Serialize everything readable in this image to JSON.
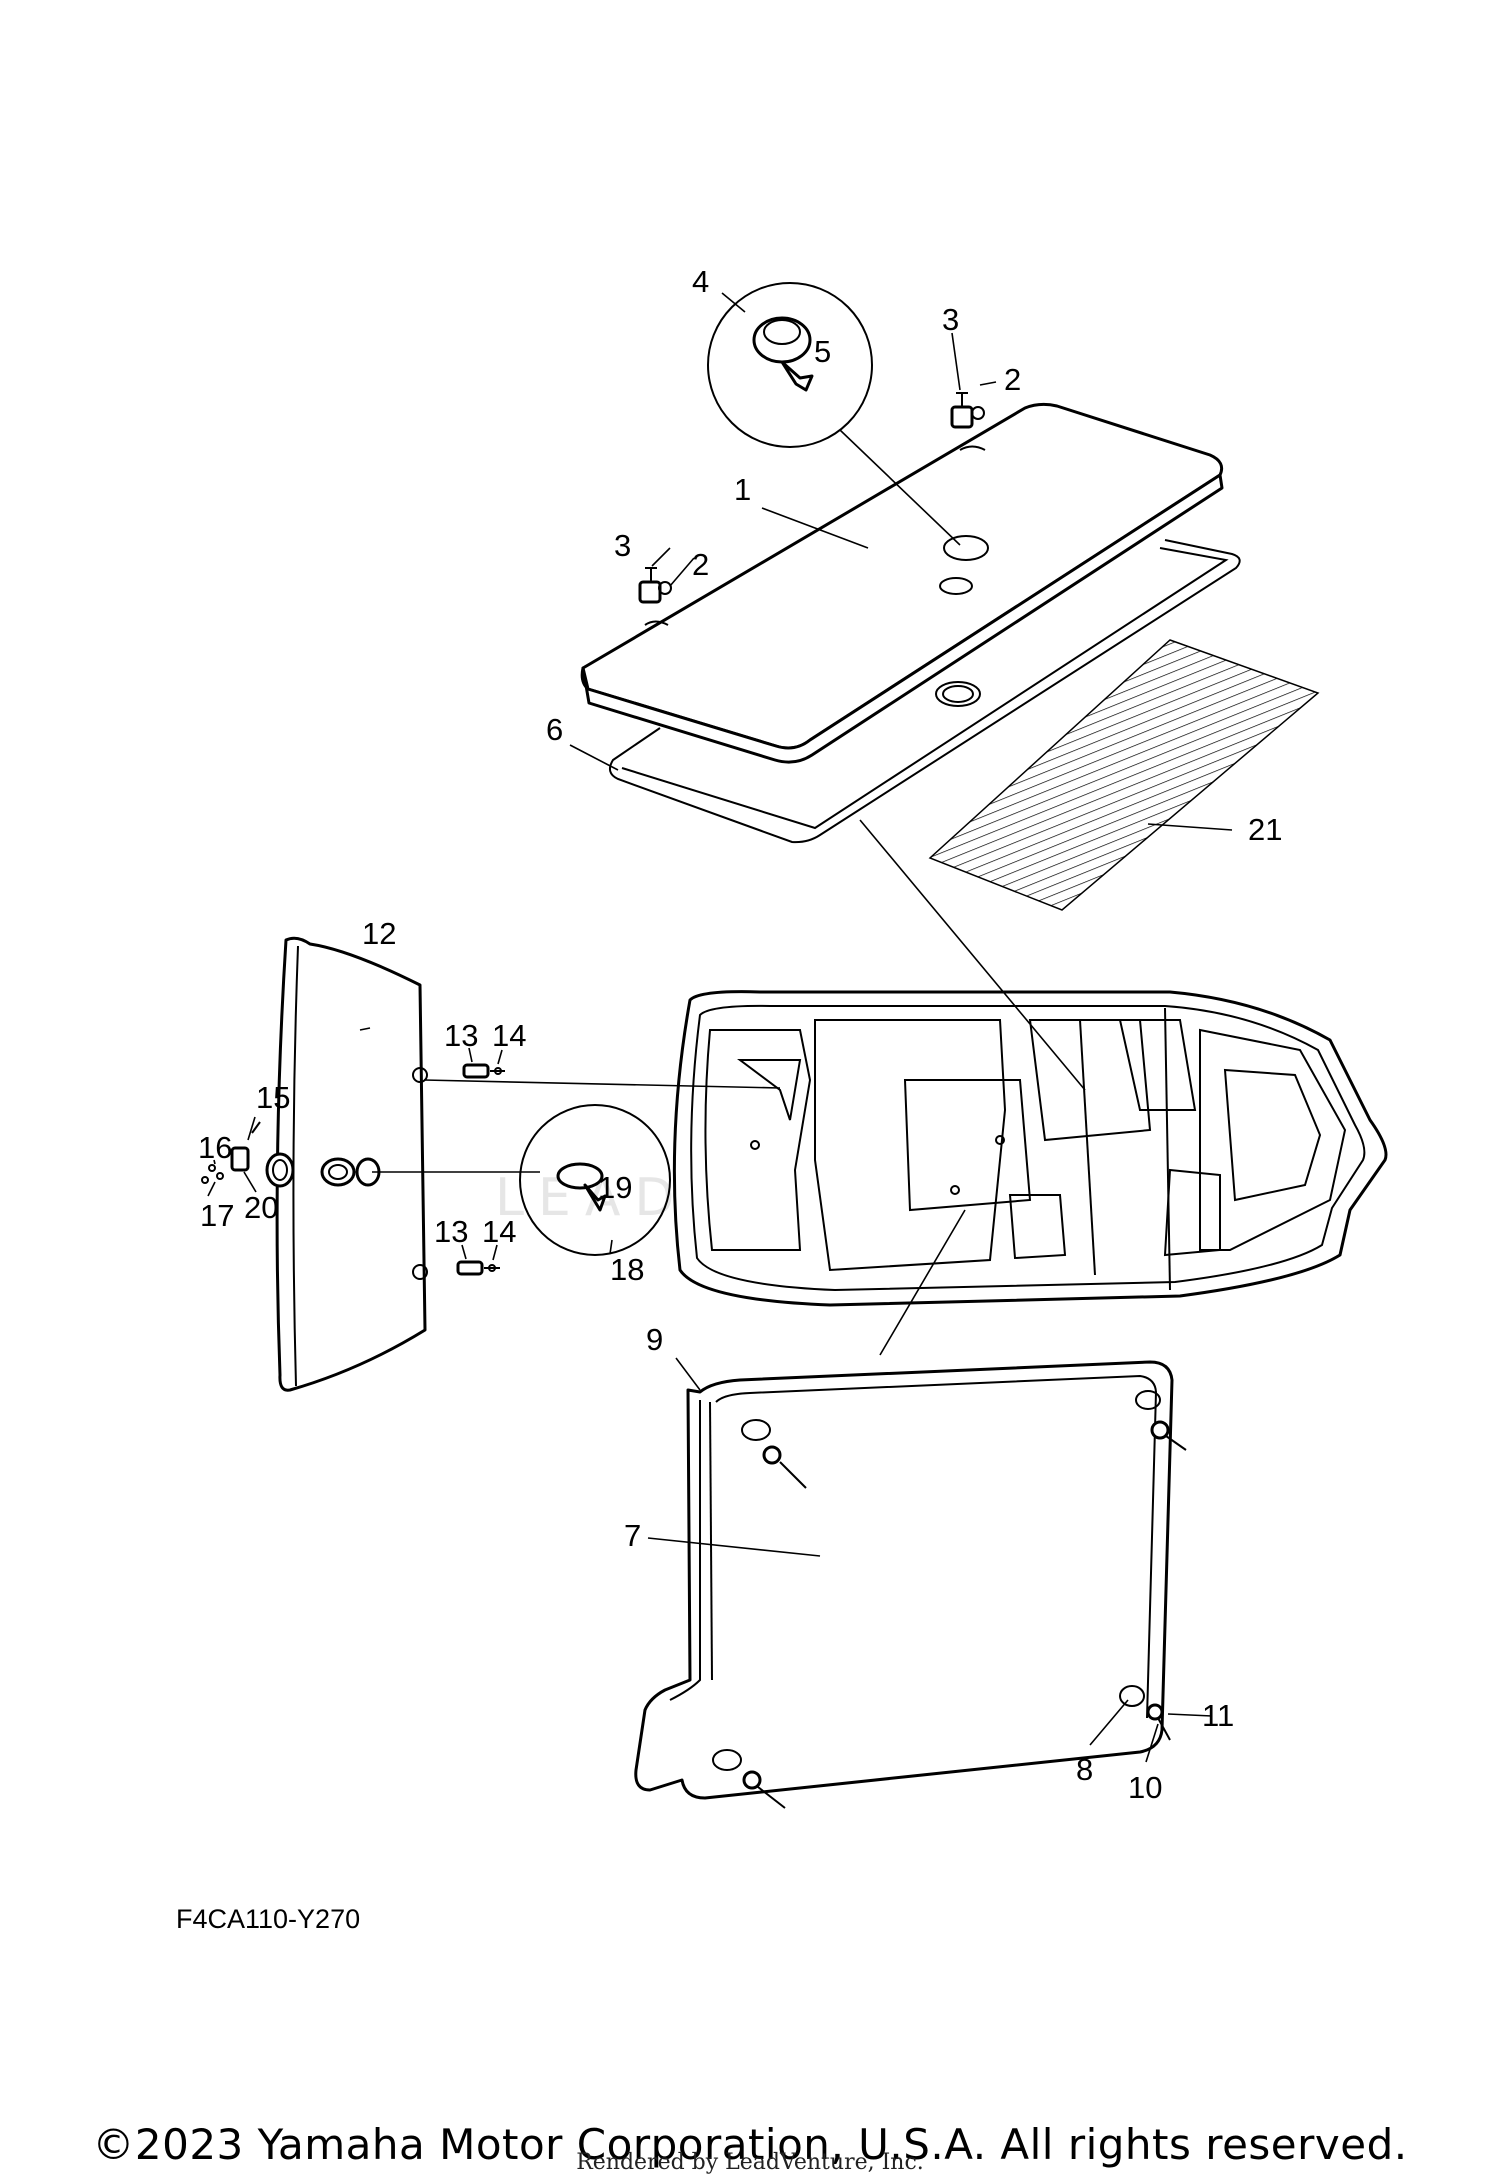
{
  "callouts": {
    "c1": "1",
    "c2a": "2",
    "c2b": "2",
    "c3a": "3",
    "c3b": "3",
    "c4": "4",
    "c5": "5",
    "c6": "6",
    "c7": "7",
    "c8": "8",
    "c9": "9",
    "c10": "10",
    "c11": "11",
    "c12": "12",
    "c13a": "13",
    "c13b": "13",
    "c14a": "14",
    "c14b": "14",
    "c15": "15",
    "c16": "16",
    "c17": "17",
    "c18": "18",
    "c19": "19",
    "c20": "20",
    "c21": "21"
  },
  "watermark": "LEADVENTURE",
  "diagram_code": "F4CA110-Y270",
  "copyright": "©2023 Yamaha Motor Corporation, U.S.A. All rights reserved.",
  "rendered_by": "Rendered by LeadVenture, Inc."
}
